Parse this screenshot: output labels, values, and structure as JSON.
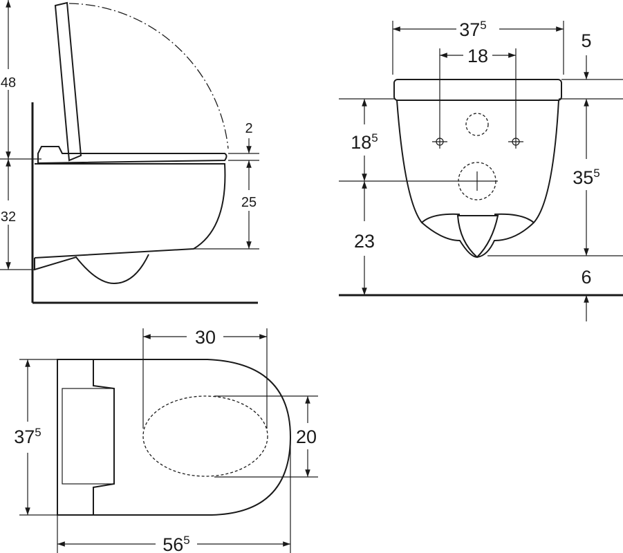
{
  "side_view": {
    "dim_lid_height": {
      "main": "48"
    },
    "dim_bowl_height": {
      "main": "32"
    },
    "dim_seat_gap": {
      "main": "2"
    },
    "dim_rim_height": {
      "main": "25"
    }
  },
  "front_view": {
    "dim_width": {
      "main": "37",
      "sup": "5"
    },
    "dim_bolt_spacing": {
      "main": "18"
    },
    "dim_seat_thickness": {
      "main": "5"
    },
    "dim_bolt_to_outlet": {
      "main": "18",
      "sup": "5"
    },
    "dim_outlet_height": {
      "main": "23"
    },
    "dim_total_height": {
      "main": "35",
      "sup": "5"
    },
    "dim_bottom_clearance": {
      "main": "6"
    }
  },
  "top_view": {
    "dim_opening_length": {
      "main": "30"
    },
    "dim_opening_width": {
      "main": "20"
    },
    "dim_width": {
      "main": "37",
      "sup": "5"
    },
    "dim_depth": {
      "main": "56",
      "sup": "5"
    }
  }
}
